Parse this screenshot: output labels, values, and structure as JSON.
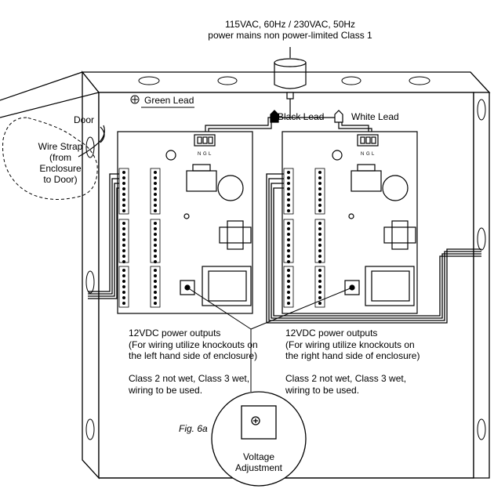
{
  "labels": {
    "mains_line1": "115VAC, 60Hz / 230VAC, 50Hz",
    "mains_line2": "power mains non power-limited Class 1",
    "green_lead": "Green Lead",
    "black_lead": "Black Lead",
    "white_lead": "White Lead",
    "door": "Door",
    "wire_strap": [
      "Wire Strap",
      "(from",
      "Enclosure",
      "to Door)"
    ],
    "fig": "Fig. 6a",
    "voltage_adjustment": [
      "Voltage",
      "Adjustment"
    ]
  },
  "left_note": [
    "12VDC power outputs",
    "(For wiring utilize knockouts on",
    "the left hand side of enclosure)",
    "",
    "Class 2 not wet, Class 3 wet,",
    "wiring to be used."
  ],
  "right_note": [
    "12VDC power outputs",
    "(For wiring utilize knockouts on",
    "the right hand side of enclosure)",
    "",
    "Class 2 not wet, Class 3 wet,",
    "wiring to be used."
  ],
  "board": {
    "terminal_letters": [
      "N",
      "G",
      "L"
    ],
    "output_count": 8
  }
}
